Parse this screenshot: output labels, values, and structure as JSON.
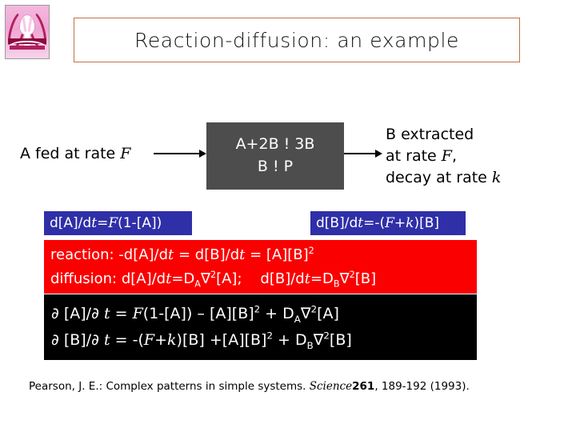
{
  "slide": {
    "title": "Reaction-diffusion: an example",
    "title_border_color": "#bd7249"
  },
  "logo": {
    "name": "institution-logo",
    "colors": {
      "background": "#f0a6d4",
      "wordmark": "#8c0b3f"
    }
  },
  "diagram": {
    "left_label": {
      "prefix": "A fed at rate ",
      "symbol": "F"
    },
    "reaction_box": {
      "background": "#4d4d4d",
      "line1": "A+2B ! 3B",
      "line2": "B ! P"
    },
    "right_label": {
      "line1": "B extracted",
      "line2_prefix": "at rate ",
      "line2_symbol": "F",
      "line2_suffix": ",",
      "line3_prefix": "decay at rate ",
      "line3_symbol": "k"
    },
    "arrow_left": "arrow-right-icon",
    "arrow_right": "arrow-right-icon"
  },
  "equations": {
    "blue_color": "#2f2fa8",
    "red_color": "#fb0000",
    "black_color": "#000000",
    "blue_left": {
      "parts": [
        "d[A]/d",
        "t",
        "=",
        "F",
        "(1-[A])"
      ]
    },
    "blue_right": {
      "parts": [
        "d[B]/d",
        "t",
        "=-(",
        "F",
        "+",
        "k",
        ")[B]"
      ]
    },
    "red": {
      "line1": "reaction: -d[A]/dt = d[B]/dt = [A][B]2",
      "line2": "diffusion: d[A]/dt=DA∇2[A];    d[B]/dt=DB∇2[B]"
    },
    "black": {
      "line1": "∂ [A]/∂ t = F(1-[A]) – [A][B]2 + DA∇2[A]",
      "line2": "∂ [B]/∂ t = -(F+k)[B] +[A][B]2 + DB∇2[B]"
    }
  },
  "citation": {
    "authors": "Pearson, J. E.: Complex patterns in simple systems. ",
    "journal": "Science",
    "volume": "261",
    "pages": ", 189-192 (1993)."
  }
}
